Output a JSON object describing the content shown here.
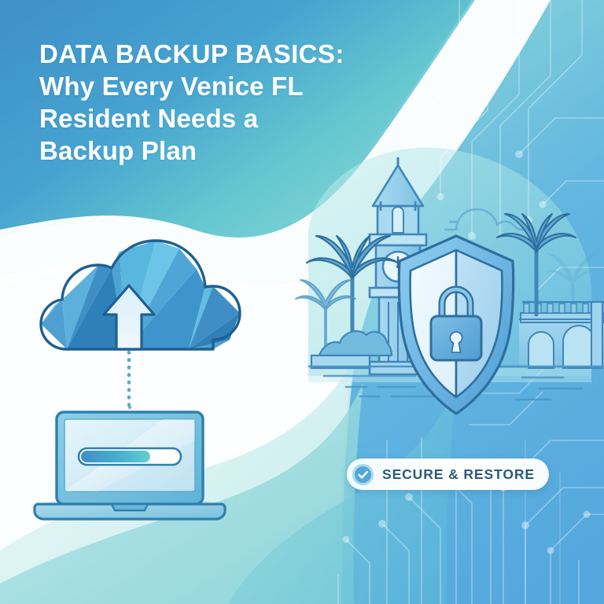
{
  "poster": {
    "headline": {
      "line1": "DATA BACKUP BASICS:",
      "line2": "Why Every Venice FL",
      "line3": "Resident Needs a",
      "line4": "Backup Plan"
    },
    "badge": {
      "label": "SECURE & RESTORE",
      "icon": "check-circle-icon"
    },
    "illustration": {
      "cloud_upload": {
        "icon": "cloud-upload-icon",
        "description": "low-poly blue cloud with upward arrow"
      },
      "transfer_line": {
        "icon": "dotted-transfer-line-icon",
        "description": "vertical dotted line linking cloud to laptop"
      },
      "laptop": {
        "icon": "laptop-icon",
        "progress_bar": {
          "icon": "progress-bar-icon",
          "percent": 70
        }
      },
      "shield_lock": {
        "icon": "shield-lock-icon",
        "description": "shield badge containing a padlock"
      },
      "clock_tower": {
        "icon": "clock-tower-icon",
        "clock_face": "4:25"
      },
      "palm_trees": {
        "icon": "palm-tree-icon",
        "count": 4
      },
      "bridge": {
        "icon": "arch-bridge-icon",
        "arches": 2
      },
      "sky_cloud": {
        "icon": "outline-cloud-icon"
      },
      "circuit_pattern": {
        "icon": "circuit-board-pattern-icon"
      },
      "waves": {
        "icon": "wave-shape-icon"
      }
    },
    "colors": {
      "blue_left": "#3f9ace",
      "blue_deep": "#3f93c9",
      "teal": "#6ecfd4",
      "teal_light": "#a9e4e3",
      "white": "#ffffff",
      "pale": "#e7f5fa",
      "badge_text": "#2d5a78",
      "accent_blue": "#4fa8d8",
      "outline_navy": "#2a6b9e",
      "sky_blue": "#55a8dd"
    }
  }
}
